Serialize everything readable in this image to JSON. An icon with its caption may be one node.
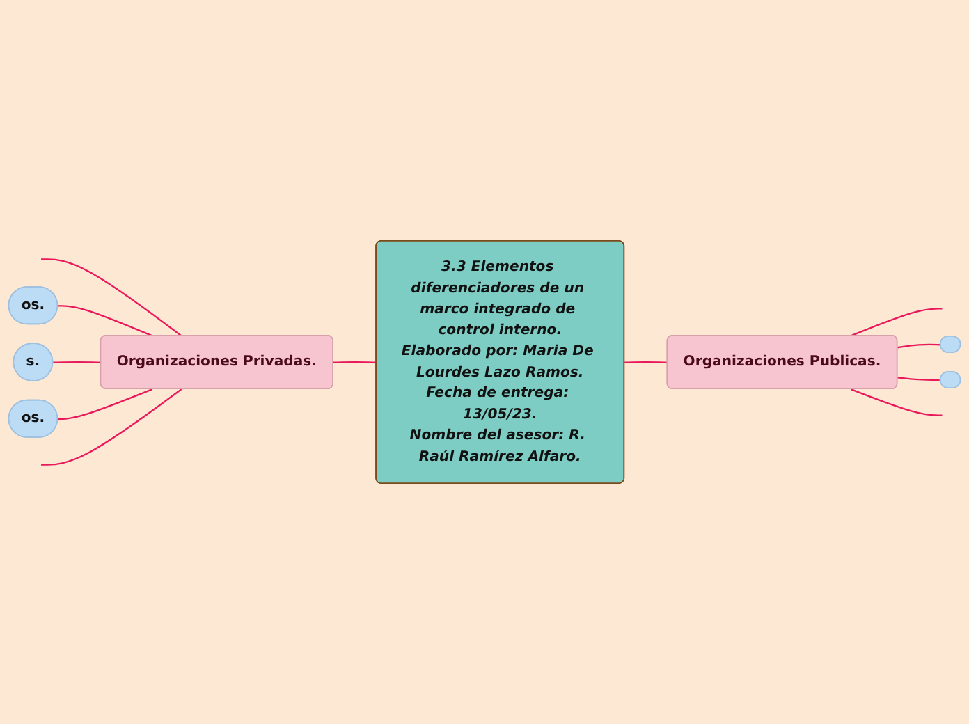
{
  "diagram": {
    "nodes": [
      {
        "text": [
          "3.3 Elementos diferenciadores de un marco integrado de control interno.",
          "Elaborado por: Maria De Lourdes Lazo Ramos.",
          "Fecha de entrega: 13/05/23.",
          "Nombre del asesor: R. Raúl Ramírez Alfaro."
        ]
      },
      {
        "text": [
          "Organizaciones Privadas."
        ]
      },
      {
        "text": [
          "Organizaciones Publicas."
        ]
      },
      {
        "text": [
          "os."
        ]
      },
      {
        "text": [
          "s."
        ]
      },
      {
        "text": [
          "os."
        ]
      },
      {
        "text": [],
        "shape": "box"
      },
      {
        "text": [],
        "shape": "box"
      }
    ],
    "edges": [
      {
        "from": 1,
        "to": 0,
        "arrow": "none"
      },
      {
        "from": 0,
        "to": 2,
        "arrow": "none"
      },
      {
        "from": null,
        "to": 1,
        "arrow": "none"
      },
      {
        "from": 3,
        "to": 1,
        "arrow": "none"
      },
      {
        "from": 4,
        "to": 1,
        "arrow": "none"
      },
      {
        "from": 5,
        "to": 1,
        "arrow": "none"
      },
      {
        "from": null,
        "to": 1,
        "arrow": "none"
      },
      {
        "from": 2,
        "to": null,
        "arrow": "none"
      },
      {
        "from": 2,
        "to": 6,
        "arrow": "none"
      },
      {
        "from": 2,
        "to": 7,
        "arrow": "none"
      },
      {
        "from": 2,
        "to": null,
        "arrow": "none"
      }
    ]
  }
}
